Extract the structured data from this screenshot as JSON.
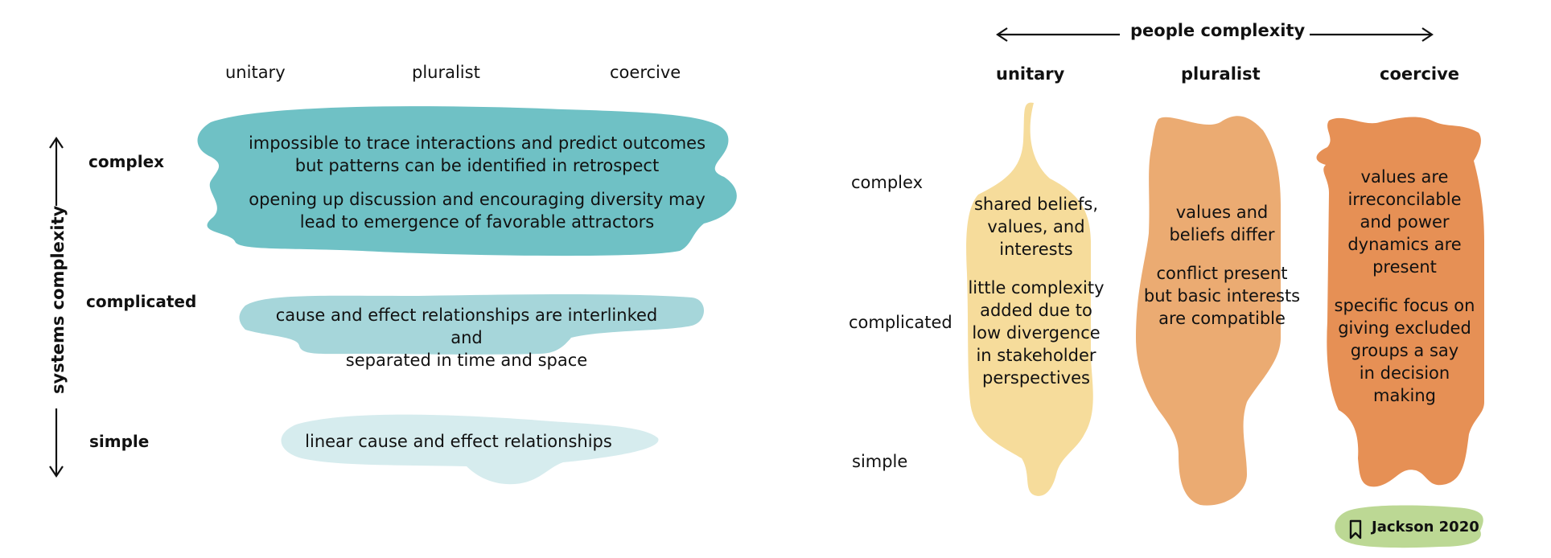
{
  "left_panel": {
    "axis_label": "systems complexity",
    "columns": [
      "unitary",
      "pluralist",
      "coercive"
    ],
    "rows": [
      "complex",
      "complicated",
      "simple"
    ],
    "blobs": {
      "complex": [
        "impossible to trace interactions and predict outcomes",
        "but patterns can be identified in retrospect",
        "opening up discussion and encouraging diversity may",
        "lead to emergence of favorable attractors"
      ],
      "complicated": [
        "cause and effect relationships are interlinked and",
        "separated in time and space"
      ],
      "simple": [
        "linear cause and effect relationships"
      ]
    }
  },
  "right_panel": {
    "axis_label": "people complexity",
    "columns": [
      "unitary",
      "pluralist",
      "coercive"
    ],
    "rows": [
      "complex",
      "complicated",
      "simple"
    ],
    "blobs": {
      "unitary": {
        "para1": [
          "shared beliefs,",
          "values, and",
          "interests"
        ],
        "para2": [
          "little complexity",
          "added due to",
          "low divergence",
          "in stakeholder",
          "perspectives"
        ]
      },
      "pluralist": {
        "para1": [
          "values and",
          "beliefs differ"
        ],
        "para2": [
          "conflict present",
          "but basic interests",
          "are compatible"
        ]
      },
      "coercive": {
        "para1": [
          "values are",
          "irreconcilable",
          "and power",
          "dynamics are",
          "present"
        ],
        "para2": [
          "specific focus on",
          "giving excluded",
          "groups a say",
          "in decision",
          "making"
        ]
      }
    }
  },
  "citation": {
    "label": "Jackson 2020",
    "icon": "bookmark-icon"
  },
  "colors": {
    "teal_dark": "#6fc1c5",
    "teal_mid": "#a6d6da",
    "teal_light": "#d6ecee",
    "yellow": "#f6dc9b",
    "peach": "#ebab72",
    "orange": "#e69055",
    "green": "#bcd894"
  }
}
